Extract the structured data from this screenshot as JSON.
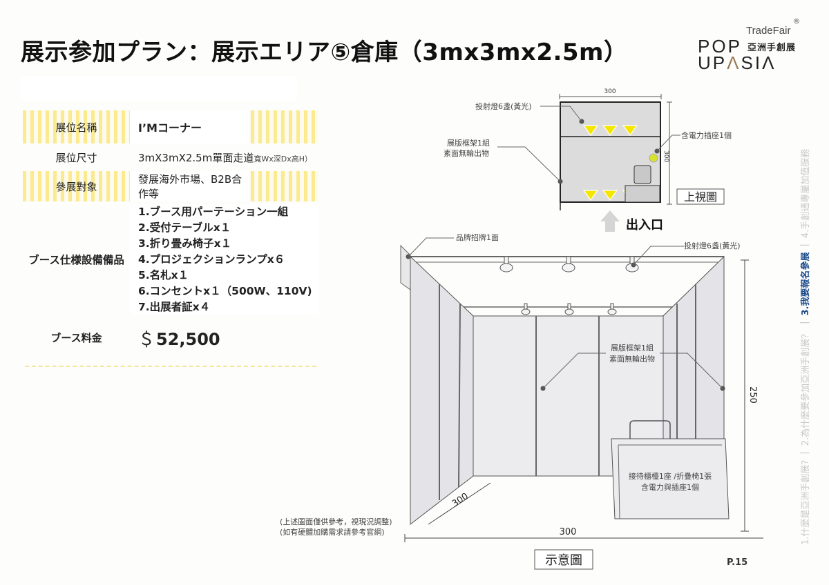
{
  "title": "展示参加プラン：展示エリア⑤倉庫（3mx3mx2.5m）",
  "logo": {
    "trade_fair": "TradeFair",
    "registered": "®",
    "line1": "POP",
    "line2_a": "UP",
    "line2_b": "Λ",
    "line2_c": "SIΛ",
    "chinese": "亞洲手創展"
  },
  "spec_table": {
    "rows": [
      {
        "label": "展位名稱",
        "value": "I’Mコーナー"
      },
      {
        "label": "展位尺寸",
        "value": "3mX3mX2.5m單面走道",
        "note": "寬Wx深Dx高H）"
      },
      {
        "label": "參展對象",
        "value": "發展海外市場、B2B合作等"
      },
      {
        "label": "ブース仕様設備備品",
        "items": [
          "1.ブース用パーテーション一組",
          "2.受付テーブルx１",
          "3.折り畳み椅子x１",
          "4.プロジェクションランプx６",
          "5.名札x１",
          "6.コンセントx１（500W、110V)",
          "7.出展者証x４"
        ]
      },
      {
        "label": "ブース料金",
        "currency": "＄",
        "value": "52,500"
      }
    ]
  },
  "top_view": {
    "dim_width": "300",
    "dim_depth": "300",
    "label_lights": "投射燈6盞(黃光)",
    "label_frame_1": "展版框架1組",
    "label_frame_2": "素面無輪出物",
    "label_outlet": "含電力插座1個",
    "caption": "上視圖",
    "entrance": "出入口"
  },
  "perspective_view": {
    "label_sign": "品牌招牌1面",
    "label_lights": "投射燈6盞(黃光)",
    "label_frame_1": "展版框架1組",
    "label_frame_2": "素面無輪出物",
    "label_counter_1": "接待櫃檯1座 /折疊椅1張",
    "label_counter_2": "含電力與插座1個",
    "dim_height": "250",
    "dim_depth": "300",
    "dim_width": "300",
    "caption": "示意圖"
  },
  "notes": {
    "line1": "(上述圖面僅供參考，視現況調整)",
    "line2": "(如有硬體加購需求請參考官網)"
  },
  "side_nav": {
    "items": [
      {
        "label": "1.什麼是亞洲手創展?",
        "active": false
      },
      {
        "label": "2.為什麼要參加亞洲手創展？",
        "active": false
      },
      {
        "label": "3.我要報名參展",
        "active": true
      },
      {
        "label": "4.手創通專屬加值服務",
        "active": false
      }
    ],
    "separator": "|"
  },
  "page_number": "P.15",
  "colors": {
    "accent_yellow": "#fbeb8e",
    "light_yellow": "#f5e600",
    "nav_active": "#1d4d8c",
    "nav_inactive": "#c8c8c8"
  }
}
